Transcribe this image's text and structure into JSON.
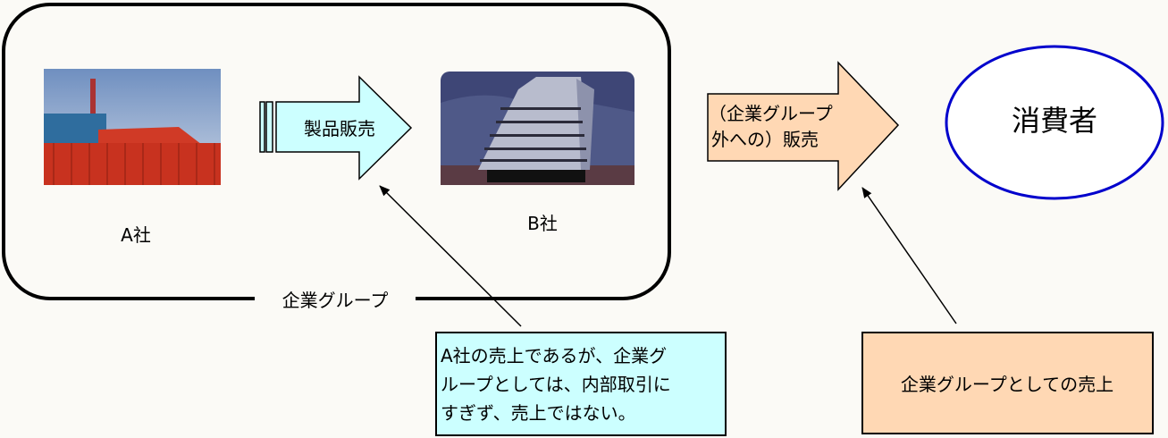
{
  "group": {
    "label": "企業グループ"
  },
  "company_a": {
    "label": "A社",
    "image": "factory-photo"
  },
  "company_b": {
    "label": "B社",
    "image": "tower-building-illustration"
  },
  "arrow_internal": {
    "label": "製品販売"
  },
  "arrow_external": {
    "line1": "（企業グループ",
    "line2": "外への）販売"
  },
  "consumer": {
    "label": "消費者"
  },
  "note_internal": {
    "line1": "A社の売上であるが、企業グ",
    "line2": "ループとしては、内部取引に",
    "line3": "すぎず、売上ではない。"
  },
  "note_external": {
    "label": "企業グループとしての売上"
  },
  "colors": {
    "cyan": "#ccffff",
    "peach": "#ffd8b4",
    "ellipse": "#0000cc",
    "background": "#fbfaf6"
  }
}
